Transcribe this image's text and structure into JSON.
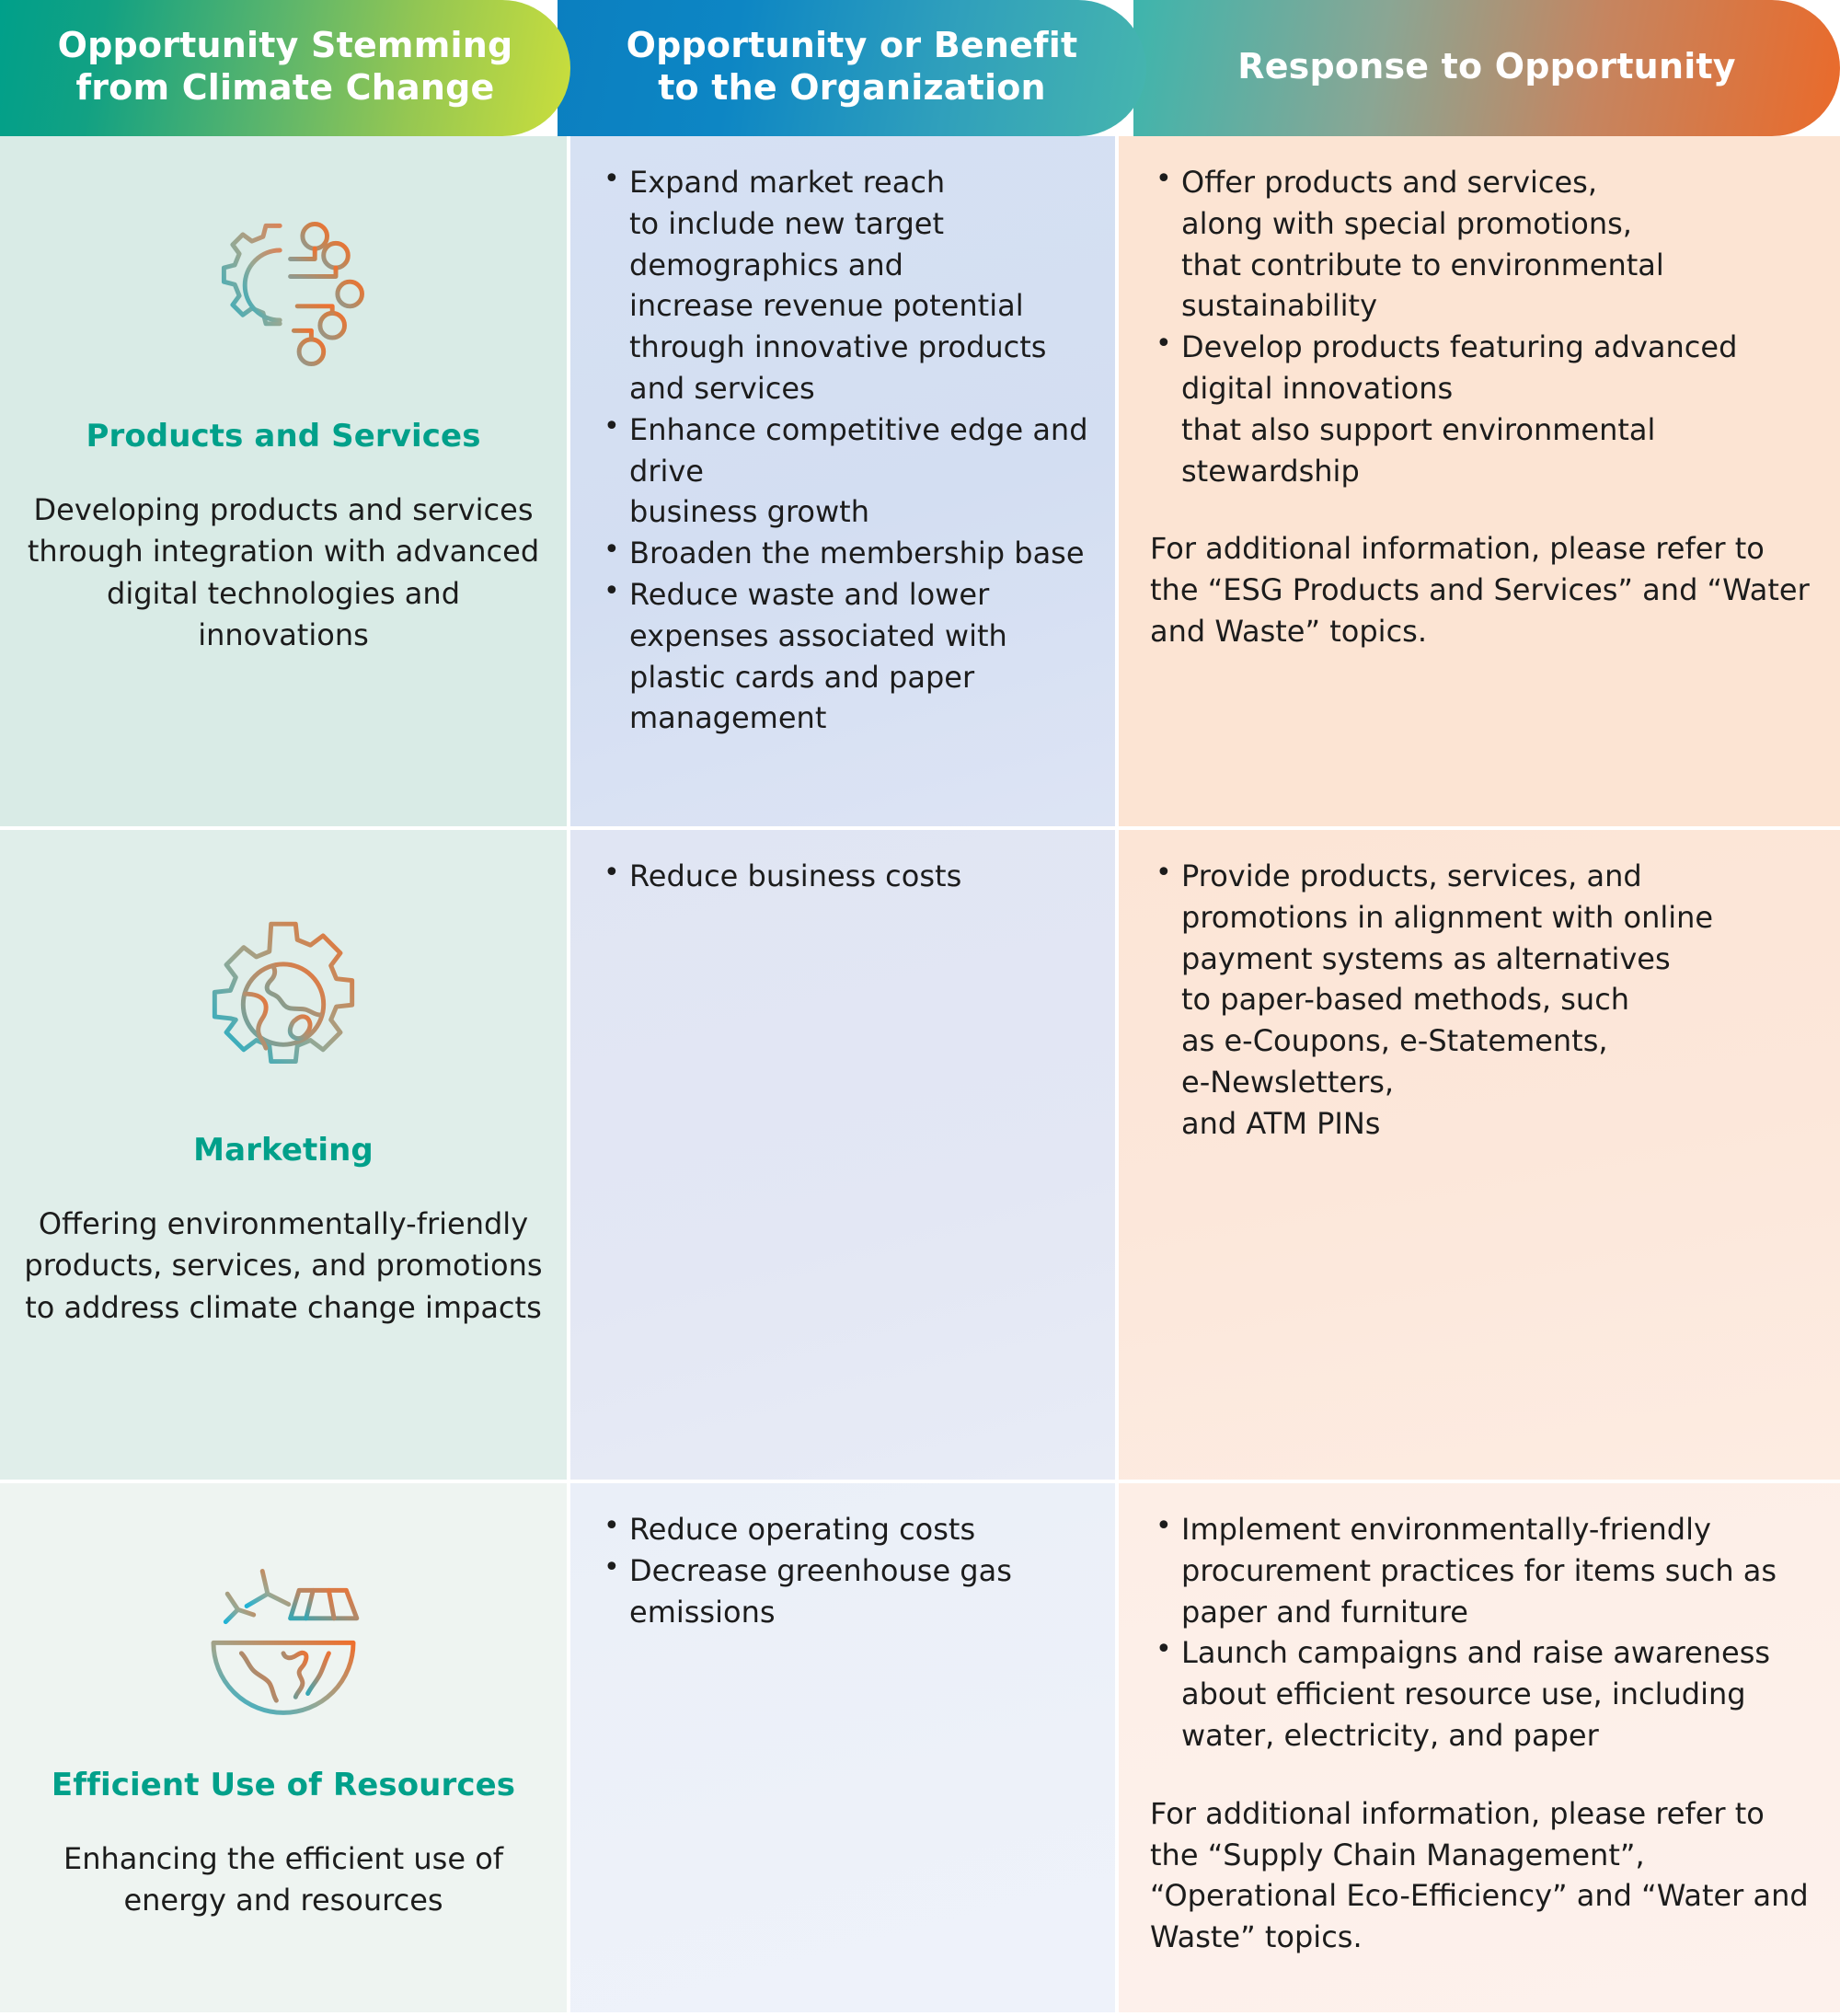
{
  "header": {
    "columns": [
      {
        "line1": "Opportunity Stemming",
        "line2": "from Climate Change"
      },
      {
        "line1": "Opportunity or Benefit",
        "line2": "to the Organization"
      },
      {
        "line1": "Response to Opportunity",
        "line2": ""
      }
    ]
  },
  "colors": {
    "category_title": "#01a08a",
    "header_green": "#00a08a",
    "header_lime": "#cade3c",
    "header_blue": "#0b7fc0",
    "header_teal": "#46b5ae",
    "header_orange": "#ea6a2a",
    "col1_bg": "#d9ebe6",
    "col2_bg": "#d6e1f3",
    "col3_bg": "#fce4d3",
    "body_text": "#1c1c1c"
  },
  "rows": [
    {
      "icon": "gear-circuit-icon",
      "category": "Products and Services",
      "description": "Developing products and services through integration with advanced digital technologies and innovations",
      "benefits": [
        "Expand market reach\nto include new target demographics and\nincrease revenue potential through innovative products\nand services",
        "Enhance competitive edge and drive\nbusiness growth",
        "Broaden the membership base",
        "Reduce waste and lower expenses associated with plastic cards and paper management"
      ],
      "responses": [
        "Offer products and services,\nalong with special promotions,\nthat contribute to environmental sustainability",
        "Develop products featuring advanced digital innovations\nthat also support environmental stewardship"
      ],
      "note": "For additional information, please refer to the “ESG Products and Services” and “Water and Waste” topics."
    },
    {
      "icon": "gear-globe-icon",
      "category": "Marketing",
      "description": "Offering environmentally-friendly products, services, and promotions to address climate change impacts",
      "benefits": [
        "Reduce business costs"
      ],
      "responses": [
        "Provide products, services, and promotions in alignment with online payment systems as alternatives\nto paper-based methods, such\nas e-Coupons, e-Statements,\ne-Newsletters,\nand ATM PINs"
      ],
      "note": ""
    },
    {
      "icon": "renewable-energy-globe-icon",
      "category": "Efficient Use of Resources",
      "description": "Enhancing the efficient use of energy and resources",
      "benefits": [
        "Reduce operating costs",
        "Decrease greenhouse gas emissions"
      ],
      "responses": [
        "Implement environmentally-friendly procurement practices for items such as paper and furniture",
        "Launch campaigns and raise awareness about efficient resource use, including water, electricity, and paper"
      ],
      "note": "For additional information, please refer to the “Supply Chain Management”, “Operational Eco-Efficiency” and “Water and Waste” topics."
    }
  ]
}
